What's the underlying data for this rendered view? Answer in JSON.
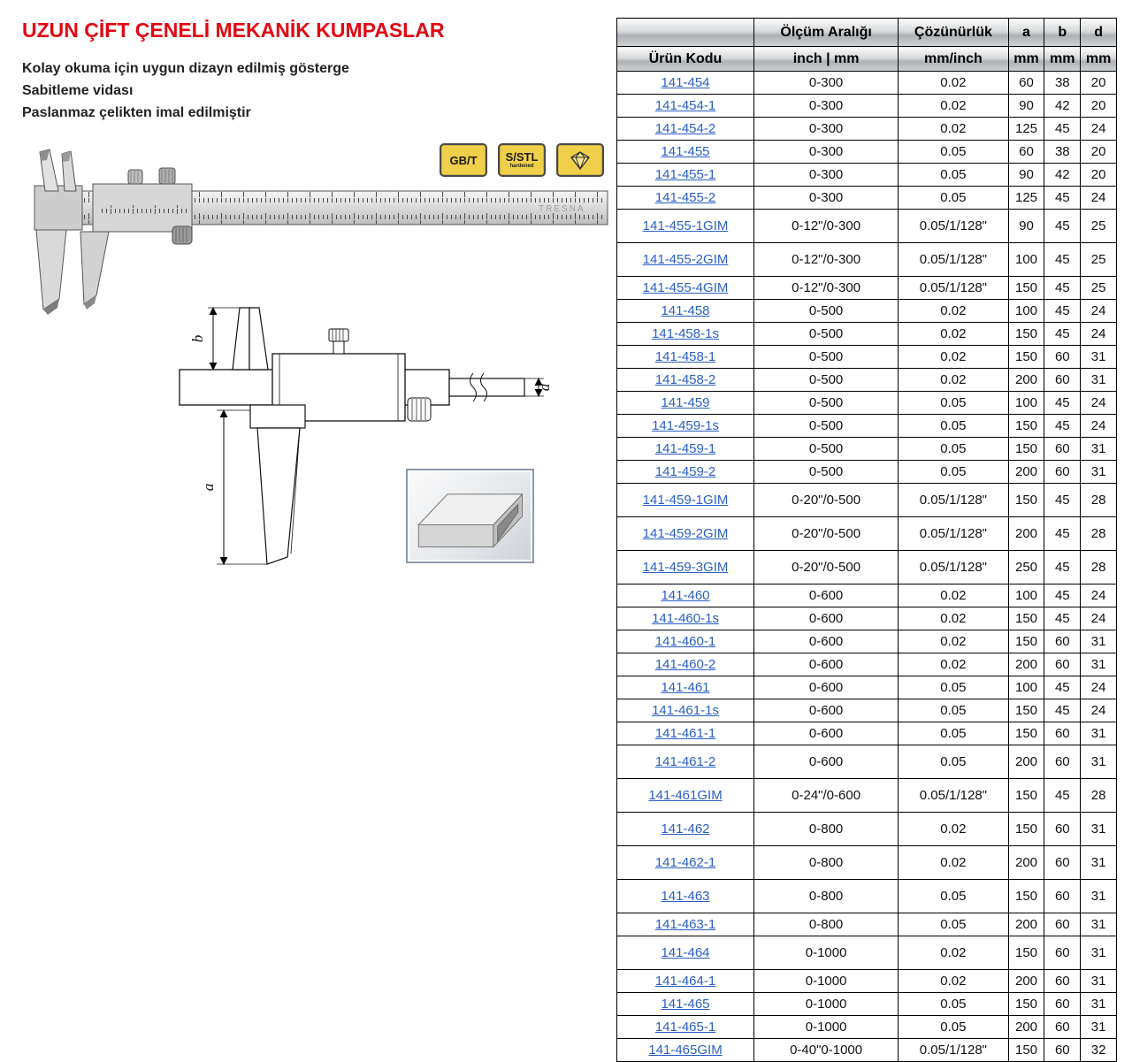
{
  "left": {
    "title": "UZUN ÇİFT ÇENELİ MEKANİK KUMPASLAR",
    "features": [
      "Kolay okuma için uygun dizayn edilmiş  gösterge",
      "Sabitleme vidası",
      "Paslanmaz çelikten imal edilmiştir"
    ],
    "badges": [
      {
        "label": "GB/T"
      },
      {
        "label": "S/STL",
        "sub": "hardened"
      },
      {
        "label": "diamond"
      }
    ],
    "brand": "TRESNA",
    "diagram_labels": {
      "a": "a",
      "b": "b",
      "d": "d"
    }
  },
  "colors": {
    "title_red": "#e30613",
    "link_blue": "#2a5fc4",
    "badge_yellow": "#f0d04a"
  },
  "table": {
    "headers": {
      "code": "Ürün Kodu",
      "range": "Ölçüm Aralığı",
      "range_unit": "inch | mm",
      "resolution": "Çözünürlük",
      "resolution_unit": "mm/inch",
      "a": "a",
      "b": "b",
      "d": "d",
      "unit": "mm"
    },
    "rows": [
      {
        "code": "141-454",
        "range": "0-300",
        "res": "0.02",
        "a": "60",
        "b": "38",
        "d": "20"
      },
      {
        "code": "141-454-1",
        "range": "0-300",
        "res": "0.02",
        "a": "90",
        "b": "42",
        "d": "20"
      },
      {
        "code": "141-454-2",
        "range": "0-300",
        "res": "0.02",
        "a": "125",
        "b": "45",
        "d": "24"
      },
      {
        "code": "141-455",
        "range": "0-300",
        "res": "0.05",
        "a": "60",
        "b": "38",
        "d": "20"
      },
      {
        "code": "141-455-1",
        "range": "0-300",
        "res": "0.05",
        "a": "90",
        "b": "42",
        "d": "20"
      },
      {
        "code": "141-455-2",
        "range": "0-300",
        "res": "0.05",
        "a": "125",
        "b": "45",
        "d": "24"
      },
      {
        "code": "141-455-1GIM",
        "range": "0-12\"/0-300",
        "res": "0.05/1/128\"",
        "a": "90",
        "b": "45",
        "d": "25",
        "tall": true
      },
      {
        "code": "141-455-2GIM",
        "range": "0-12\"/0-300",
        "res": "0.05/1/128\"",
        "a": "100",
        "b": "45",
        "d": "25",
        "tall": true
      },
      {
        "code": "141-455-4GIM",
        "range": "0-12\"/0-300",
        "res": "0.05/1/128\"",
        "a": "150",
        "b": "45",
        "d": "25"
      },
      {
        "code": "141-458",
        "range": "0-500",
        "res": "0.02",
        "a": "100",
        "b": "45",
        "d": "24"
      },
      {
        "code": "141-458-1s",
        "range": "0-500",
        "res": "0.02",
        "a": "150",
        "b": "45",
        "d": "24"
      },
      {
        "code": "141-458-1",
        "range": "0-500",
        "res": "0.02",
        "a": "150",
        "b": "60",
        "d": "31"
      },
      {
        "code": "141-458-2",
        "range": "0-500",
        "res": "0.02",
        "a": "200",
        "b": "60",
        "d": "31"
      },
      {
        "code": "141-459",
        "range": "0-500",
        "res": "0.05",
        "a": "100",
        "b": "45",
        "d": "24"
      },
      {
        "code": "141-459-1s",
        "range": "0-500",
        "res": "0.05",
        "a": "150",
        "b": "45",
        "d": "24"
      },
      {
        "code": "141-459-1",
        "range": "0-500",
        "res": "0.05",
        "a": "150",
        "b": "60",
        "d": "31"
      },
      {
        "code": "141-459-2",
        "range": "0-500",
        "res": "0.05",
        "a": "200",
        "b": "60",
        "d": "31"
      },
      {
        "code": "141-459-1GIM",
        "range": "0-20\"/0-500",
        "res": "0.05/1/128\"",
        "a": "150",
        "b": "45",
        "d": "28",
        "tall": true
      },
      {
        "code": "141-459-2GIM",
        "range": "0-20\"/0-500",
        "res": "0.05/1/128\"",
        "a": "200",
        "b": "45",
        "d": "28",
        "tall": true
      },
      {
        "code": "141-459-3GIM",
        "range": "0-20\"/0-500",
        "res": "0.05/1/128\"",
        "a": "250",
        "b": "45",
        "d": "28",
        "tall": true
      },
      {
        "code": "141-460",
        "range": "0-600",
        "res": "0.02",
        "a": "100",
        "b": "45",
        "d": "24"
      },
      {
        "code": "141-460-1s",
        "range": "0-600",
        "res": "0.02",
        "a": "150",
        "b": "45",
        "d": "24"
      },
      {
        "code": "141-460-1",
        "range": "0-600",
        "res": "0.02",
        "a": "150",
        "b": "60",
        "d": "31"
      },
      {
        "code": "141-460-2",
        "range": "0-600",
        "res": "0.02",
        "a": "200",
        "b": "60",
        "d": "31"
      },
      {
        "code": "141-461",
        "range": "0-600",
        "res": "0.05",
        "a": "100",
        "b": "45",
        "d": "24"
      },
      {
        "code": "141-461-1s",
        "range": "0-600",
        "res": "0.05",
        "a": "150",
        "b": "45",
        "d": "24"
      },
      {
        "code": "141-461-1",
        "range": "0-600",
        "res": "0.05",
        "a": "150",
        "b": "60",
        "d": "31"
      },
      {
        "code": "141-461-2",
        "range": "0-600",
        "res": "0.05",
        "a": "200",
        "b": "60",
        "d": "31",
        "tall": true
      },
      {
        "code": "141-461GIM",
        "range": "0-24\"/0-600",
        "res": "0.05/1/128\"",
        "a": "150",
        "b": "45",
        "d": "28",
        "tall": true
      },
      {
        "code": "141-462",
        "range": "0-800",
        "res": "0.02",
        "a": "150",
        "b": "60",
        "d": "31",
        "tall": true
      },
      {
        "code": "141-462-1",
        "range": "0-800",
        "res": "0.02",
        "a": "200",
        "b": "60",
        "d": "31",
        "tall": true
      },
      {
        "code": "141-463",
        "range": "0-800",
        "res": "0.05",
        "a": "150",
        "b": "60",
        "d": "31",
        "tall": true
      },
      {
        "code": "141-463-1",
        "range": "0-800",
        "res": "0.05",
        "a": "200",
        "b": "60",
        "d": "31"
      },
      {
        "code": "141-464",
        "range": "0-1000",
        "res": "0.02",
        "a": "150",
        "b": "60",
        "d": "31",
        "tall": true
      },
      {
        "code": "141-464-1",
        "range": "0-1000",
        "res": "0.02",
        "a": "200",
        "b": "60",
        "d": "31"
      },
      {
        "code": "141-465",
        "range": "0-1000",
        "res": "0.05",
        "a": "150",
        "b": "60",
        "d": "31"
      },
      {
        "code": "141-465-1",
        "range": "0-1000",
        "res": "0.05",
        "a": "200",
        "b": "60",
        "d": "31"
      },
      {
        "code": "141-465GIM",
        "range": "0-40\"0-1000",
        "res": "0.05/1/128\"",
        "a": "150",
        "b": "60",
        "d": "32"
      }
    ]
  }
}
